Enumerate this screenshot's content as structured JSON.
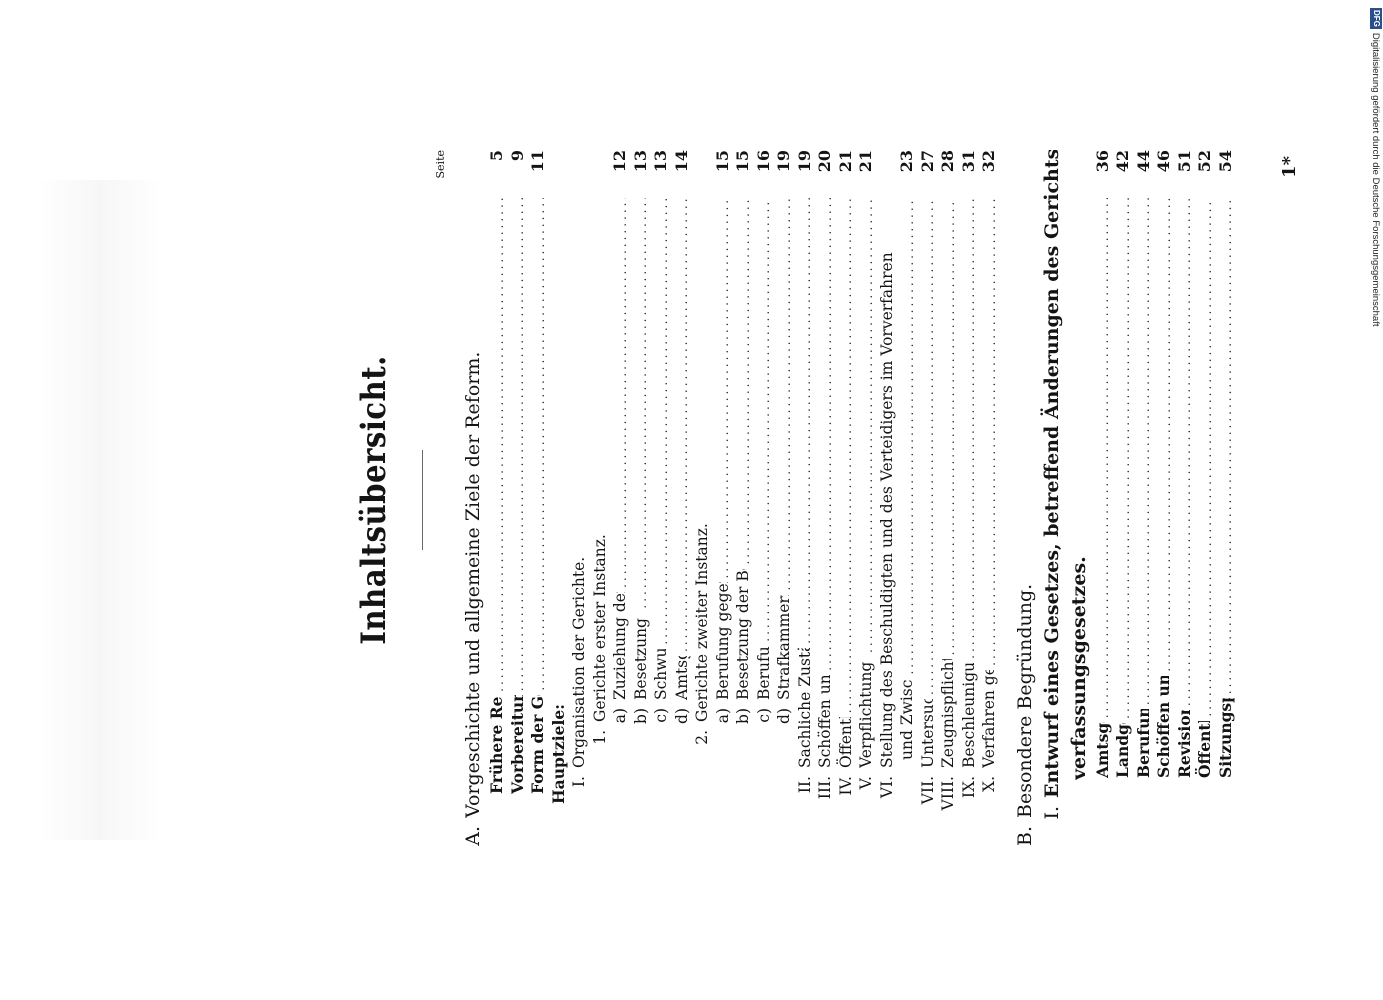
{
  "title": "Inhaltsübersicht.",
  "seite_label": "Seite",
  "signature_mark": "1*",
  "credit": {
    "logo": "DFG",
    "text": "Digitalisierung gefördert durch die Deutsche Forschungsgemeinschaft"
  },
  "sections": [
    {
      "label": "A.",
      "text": "Vorgeschichte und allgemeine Ziele der Reform.",
      "page": ""
    },
    {
      "label": "",
      "text": "Frühere Reformversuche",
      "page": "5"
    },
    {
      "label": "",
      "text": "Vorbereitung der Reform",
      "page": "9"
    },
    {
      "label": "",
      "text": "Form der Gesetzentwürfe",
      "page": "11"
    },
    {
      "label": "",
      "text": "Hauptziele:",
      "page": ""
    },
    {
      "label": "I.",
      "text": "Organisation der Gerichte.",
      "page": ""
    },
    {
      "label": "1.",
      "text": "Gerichte erster Instanz.",
      "page": ""
    },
    {
      "label": "a)",
      "text": "Zuziehung der Laien zur Strafkammer",
      "page": "12"
    },
    {
      "label": "b)",
      "text": "Besetzung der Strafkammern",
      "page": "13"
    },
    {
      "label": "c)",
      "text": "Schwurgerichte",
      "page": "13"
    },
    {
      "label": "d)",
      "text": "Amtsgerichte",
      "page": "14"
    },
    {
      "label": "2.",
      "text": "Gerichte zweiter Instanz.",
      "page": ""
    },
    {
      "label": "a)",
      "text": "Berufung gegen Urteile der Strafkammern",
      "page": "15"
    },
    {
      "label": "b)",
      "text": "Besetzung der Berufungsgerichte im allgemeinen",
      "page": "15"
    },
    {
      "label": "c)",
      "text": "Berufungssenate",
      "page": "16"
    },
    {
      "label": "d)",
      "text": "Strafkammern als Berufungsgerichte",
      "page": "19"
    },
    {
      "label": "II.",
      "text": "Sachliche Zuständigkeit der Gerichte",
      "page": "19"
    },
    {
      "label": "III.",
      "text": "Schöffen und Geschworene",
      "page": "20"
    },
    {
      "label": "IV.",
      "text": "Öffentlichkeit",
      "page": "21"
    },
    {
      "label": "V.",
      "text": "Verpflichtung zur Strafverfolgung",
      "page": "21"
    },
    {
      "label": "VI.",
      "text": "Stellung des Beschuldigten und des Verteidigers im Vorverfahren",
      "page": ""
    },
    {
      "label": "",
      "text": "und Zwischenverfahren",
      "page": "23"
    },
    {
      "label": "VII.",
      "text": "Untersuchungshaft",
      "page": "27"
    },
    {
      "label": "VIII.",
      "text": "Zeugnispflicht und Eidesleistung",
      "page": "28"
    },
    {
      "label": "IX.",
      "text": "Beschleunigung des Verfahrens",
      "page": "31"
    },
    {
      "label": "X.",
      "text": "Verfahren gegen Jugendliche",
      "page": "32"
    },
    {
      "label": "B.",
      "text": "Besondere Begründung.",
      "page": ""
    },
    {
      "label": "I.",
      "text": "Entwurf eines Gesetzes, betreffend Änderungen des Gerichts-",
      "page": ""
    },
    {
      "label": "",
      "text": "verfassungsgesetzes.",
      "page": ""
    },
    {
      "label": "",
      "text": "Amtsgerichte",
      "page": "36"
    },
    {
      "label": "",
      "text": "Landgerichte",
      "page": "42"
    },
    {
      "label": "",
      "text": "Berufungssenate",
      "page": "44"
    },
    {
      "label": "",
      "text": "Schöffen und Geschworene",
      "page": "46"
    },
    {
      "label": "",
      "text": "Revisionsinstanz",
      "page": "51"
    },
    {
      "label": "",
      "text": "Öffentlichkeit",
      "page": "52"
    },
    {
      "label": "",
      "text": "Sitzungspolizei usw.",
      "page": "54"
    }
  ]
}
